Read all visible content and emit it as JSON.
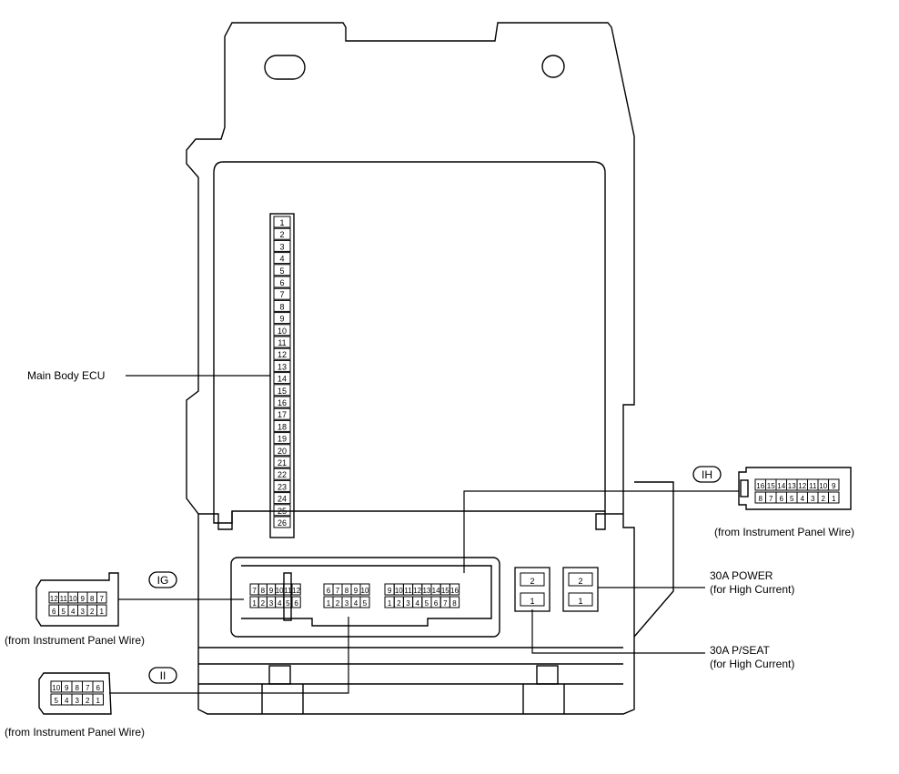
{
  "labels": {
    "main_body_ecu": "Main Body ECU",
    "from_ip_wire": "(from Instrument Panel Wire)",
    "power_title": "30A POWER",
    "power_sub": "(for High Current)",
    "pseat_title": "30A P/SEAT",
    "pseat_sub": "(for High Current)"
  },
  "connector_codes": {
    "ih": "IH",
    "ig": "IG",
    "ii": "II"
  },
  "ecu_pins": [
    "1",
    "2",
    "3",
    "4",
    "5",
    "6",
    "7",
    "8",
    "9",
    "10",
    "11",
    "12",
    "13",
    "14",
    "15",
    "16",
    "17",
    "18",
    "19",
    "20",
    "21",
    "22",
    "23",
    "24",
    "25",
    "26"
  ],
  "block_connectors": {
    "a": {
      "top": [
        "7",
        "8",
        "9",
        "10",
        "11",
        "12"
      ],
      "bottom": [
        "1",
        "2",
        "3",
        "4",
        "5",
        "6"
      ]
    },
    "b": {
      "top": [
        "6",
        "7",
        "8",
        "9",
        "10"
      ],
      "bottom": [
        "1",
        "2",
        "3",
        "4",
        "5"
      ]
    },
    "c": {
      "top": [
        "9",
        "10",
        "11",
        "12",
        "13",
        "14",
        "15",
        "16"
      ],
      "bottom": [
        "1",
        "2",
        "3",
        "4",
        "5",
        "6",
        "7",
        "8"
      ]
    }
  },
  "relays": {
    "pseat": [
      "2",
      "1"
    ],
    "power": [
      "2",
      "1"
    ]
  },
  "external_connectors": {
    "ih": {
      "top": [
        "16",
        "15",
        "14",
        "13",
        "12",
        "11",
        "10",
        "9"
      ],
      "bottom": [
        "8",
        "7",
        "6",
        "5",
        "4",
        "3",
        "2",
        "1"
      ]
    },
    "ig": {
      "top": [
        "12",
        "11",
        "10",
        "9",
        "8",
        "7"
      ],
      "bottom": [
        "6",
        "5",
        "4",
        "3",
        "2",
        "1"
      ]
    },
    "ii": {
      "top": [
        "10",
        "9",
        "8",
        "7",
        "6"
      ],
      "bottom": [
        "5",
        "4",
        "3",
        "2",
        "1"
      ]
    }
  }
}
